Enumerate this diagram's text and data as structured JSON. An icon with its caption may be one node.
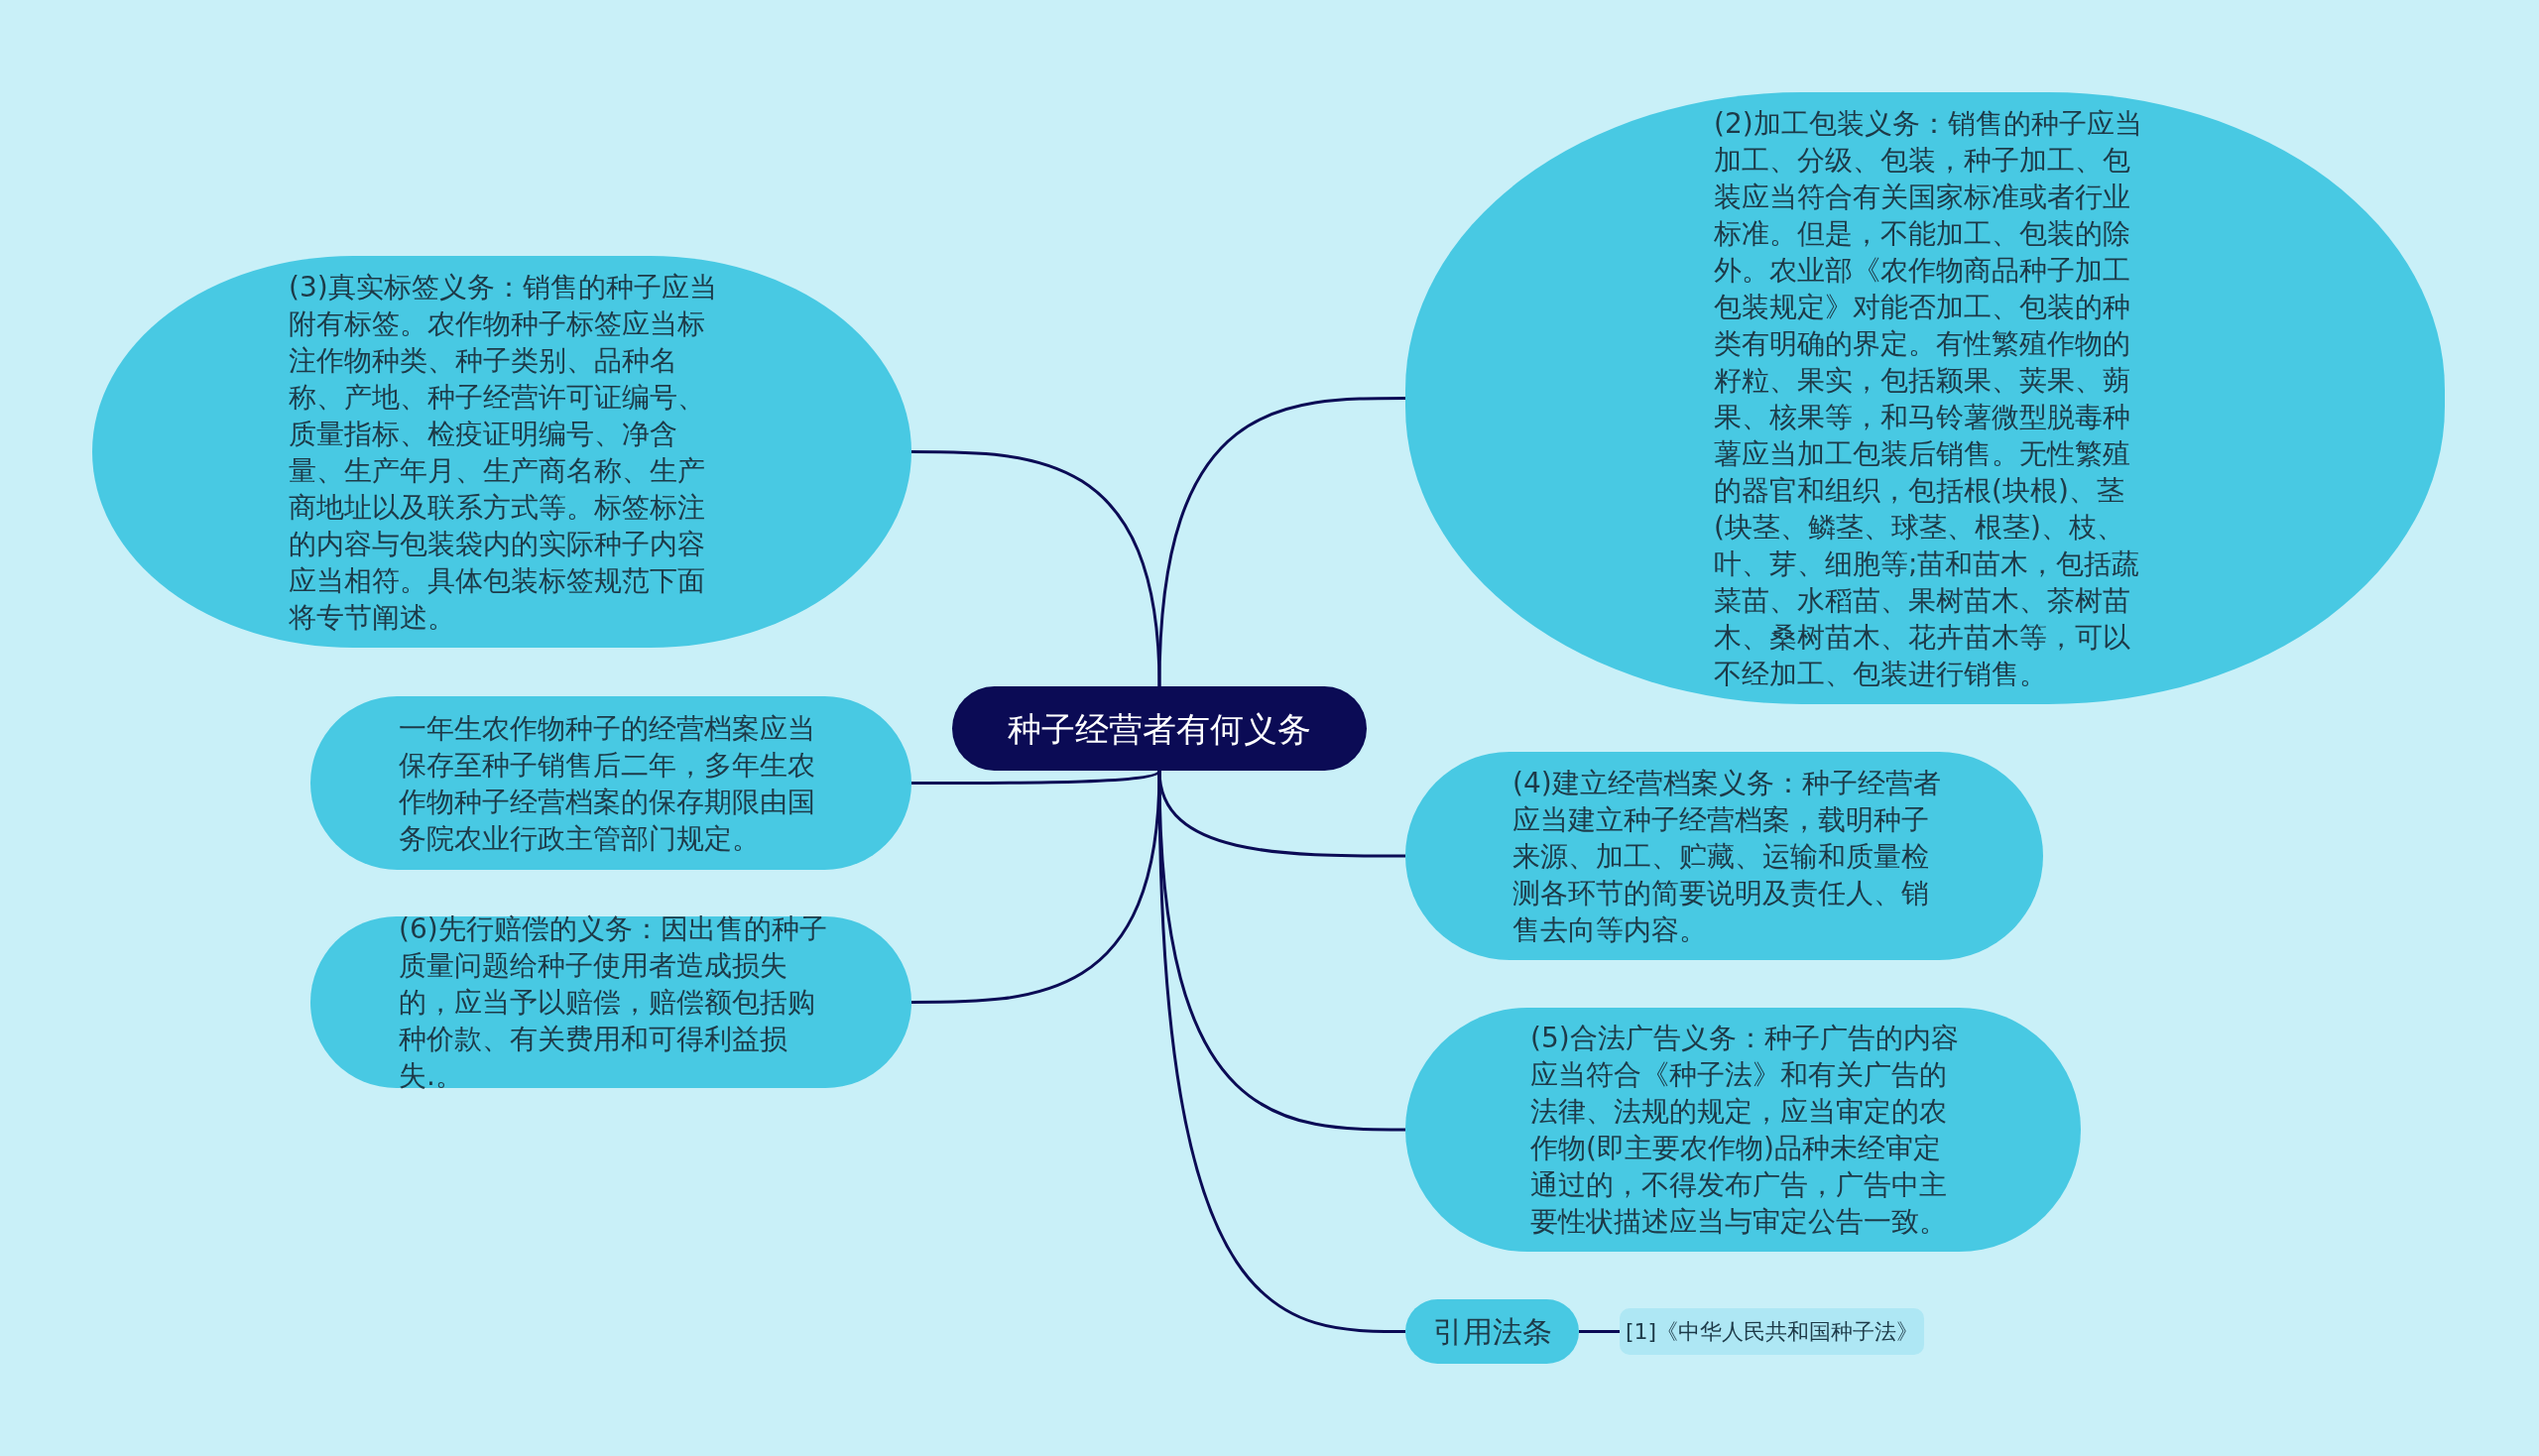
{
  "diagram": {
    "nodes": [
      {
        "text": [
          "种子经营者有何义务"
        ]
      },
      {
        "text": [
          "(2)加工包装义务：销售的种子应当加工、分级、包装，种子加工、包装应当符合有关国家标准或者行业标准。但是，不能加工、包装的除外。农业部《农作物商品种子加工包装规定》对能否加工、包装的种类有明确的界定。有性繁殖作物的籽粒、果实，包括颖果、荚果、蒴果、核果等，和马铃薯微型脱毒种薯应当加工包装后销售。无性繁殖的器官和组织，包括根(块根)、茎(块茎、鳞茎、球茎、根茎)、枝、叶、芽、细胞等;苗和苗木，包括蔬菜苗、水稻苗、果树苗木、茶树苗木、桑树苗木、花卉苗木等，可以不经加工、包装进行销售。"
        ]
      },
      {
        "text": [
          "(3)真实标签义务：销售的种子应当附有标签。农作物种子标签应当标注作物种类、种子类别、品种名称、产地、种子经营许可证编号、质量指标、检疫证明编号、净含量、生产年月、生产商名称、生产商地址以及联系方式等。标签标注的内容与包装袋内的实际种子内容应当相符。具体包装标签规范下面将专节阐述。"
        ]
      },
      {
        "text": [
          "一年生农作物种子的经营档案应当保存至种子销售后二年，多年生农作物种子经营档案的保存期限由国务院农业行政主管部门规定。"
        ]
      },
      {
        "text": [
          "(4)建立经营档案义务：种子经营者应当建立种子经营档案，载明种子来源、加工、贮藏、运输和质量检测各环节的简要说明及责任人、销售去向等内容。"
        ]
      },
      {
        "text": [
          "(6)先行赔偿的义务：因出售的种子质量问题给种子使用者造成损失的，应当予以赔偿，赔偿额包括购种价款、有关费用和可得利益损失.。"
        ]
      },
      {
        "text": [
          "(5)合法广告义务：种子广告的内容应当符合《种子法》和有关广告的法律、法规的规定，应当审定的农作物(即主要农作物)品种未经审定通过的，不得发布广告，广告中主要性状描述应当与审定公告一致。"
        ]
      },
      {
        "text": [
          "引用法条"
        ]
      },
      {
        "text": [
          "[1]《中华人民共和国种子法》"
        ]
      }
    ],
    "edges": [
      {
        "from": 0,
        "to": 1,
        "arrow": "none"
      },
      {
        "from": 0,
        "to": 2,
        "arrow": "none"
      },
      {
        "from": 0,
        "to": 3,
        "arrow": "none"
      },
      {
        "from": 0,
        "to": 4,
        "arrow": "none"
      },
      {
        "from": 0,
        "to": 5,
        "arrow": "none"
      },
      {
        "from": 0,
        "to": 6,
        "arrow": "none"
      },
      {
        "from": 0,
        "to": 7,
        "arrow": "none"
      },
      {
        "from": 7,
        "to": 8,
        "arrow": "none"
      }
    ]
  }
}
